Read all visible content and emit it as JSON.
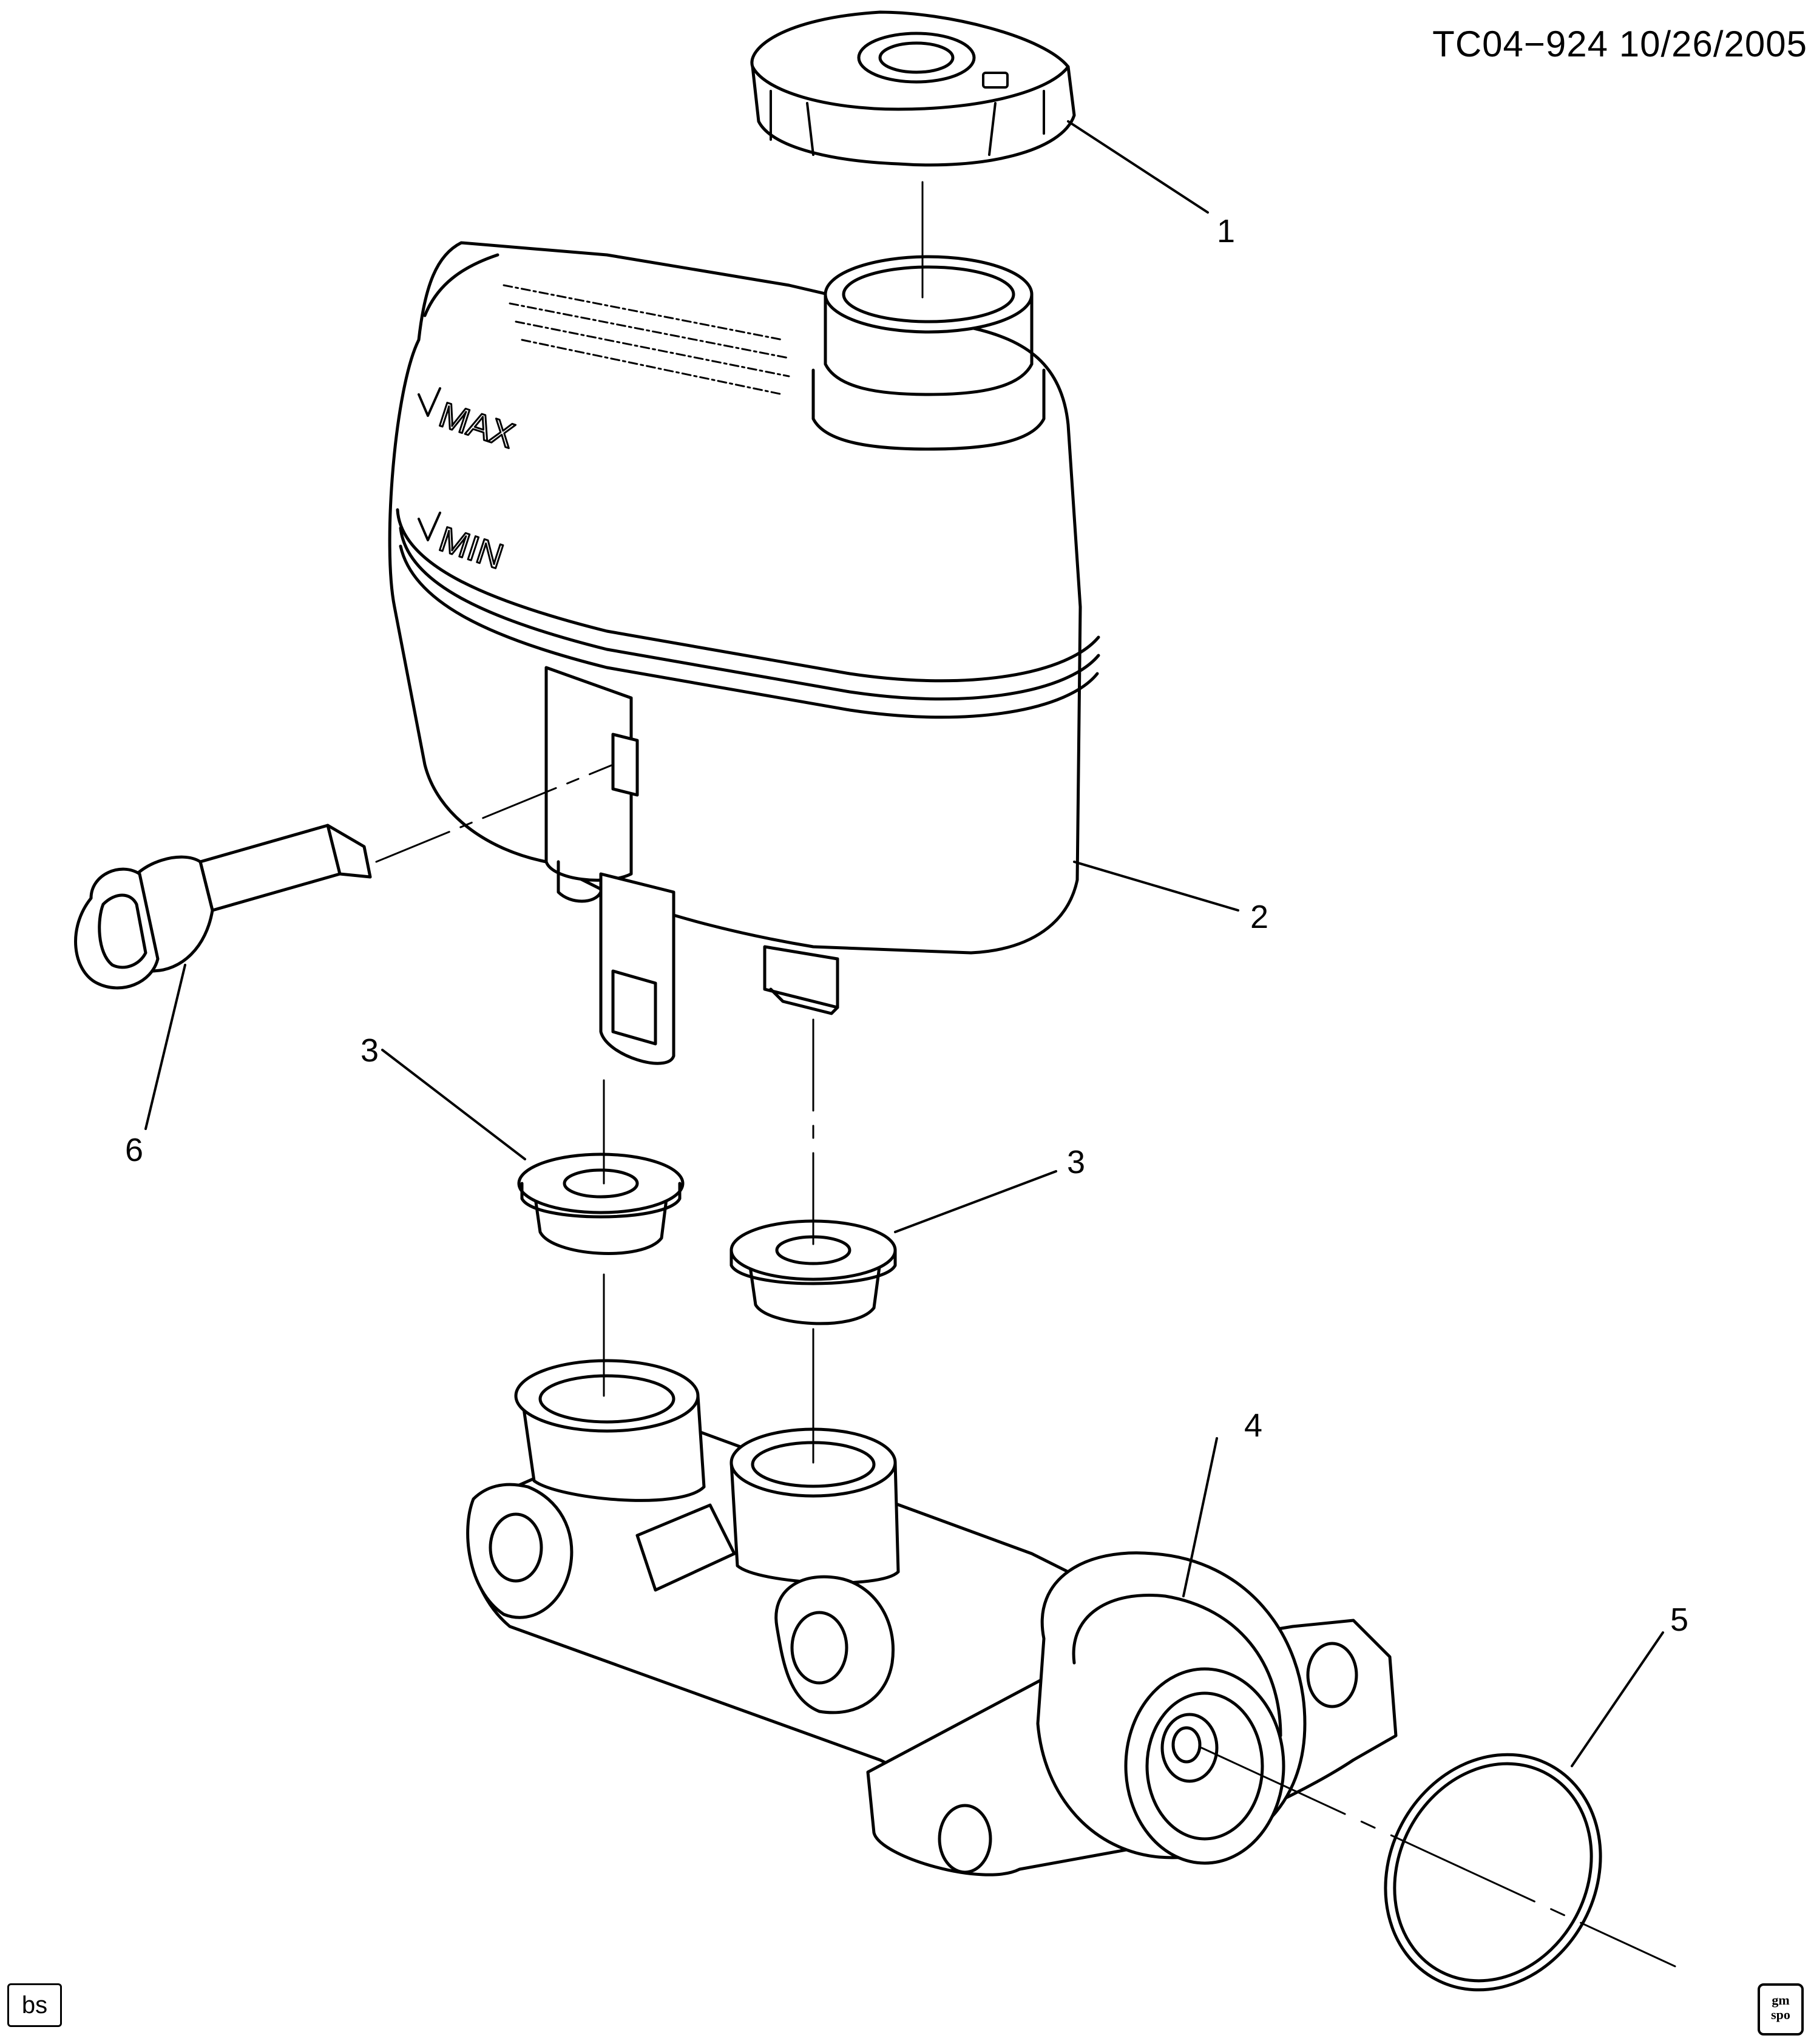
{
  "header": {
    "document_id": "TC04−924 10/26/2005"
  },
  "reservoir_markings": {
    "max_label": "MAX",
    "min_label": "MIN"
  },
  "callouts": [
    {
      "part": "cap",
      "number": "1"
    },
    {
      "part": "reservoir",
      "number": "2"
    },
    {
      "part": "grommet-left",
      "number": "3"
    },
    {
      "part": "grommet-right",
      "number": "3"
    },
    {
      "part": "master-cylinder",
      "number": "4"
    },
    {
      "part": "o-ring",
      "number": "5"
    },
    {
      "part": "fluid-level-sensor",
      "number": "6"
    }
  ],
  "footer": {
    "badge": "bs",
    "logo_text": [
      "gm",
      "spo"
    ]
  }
}
